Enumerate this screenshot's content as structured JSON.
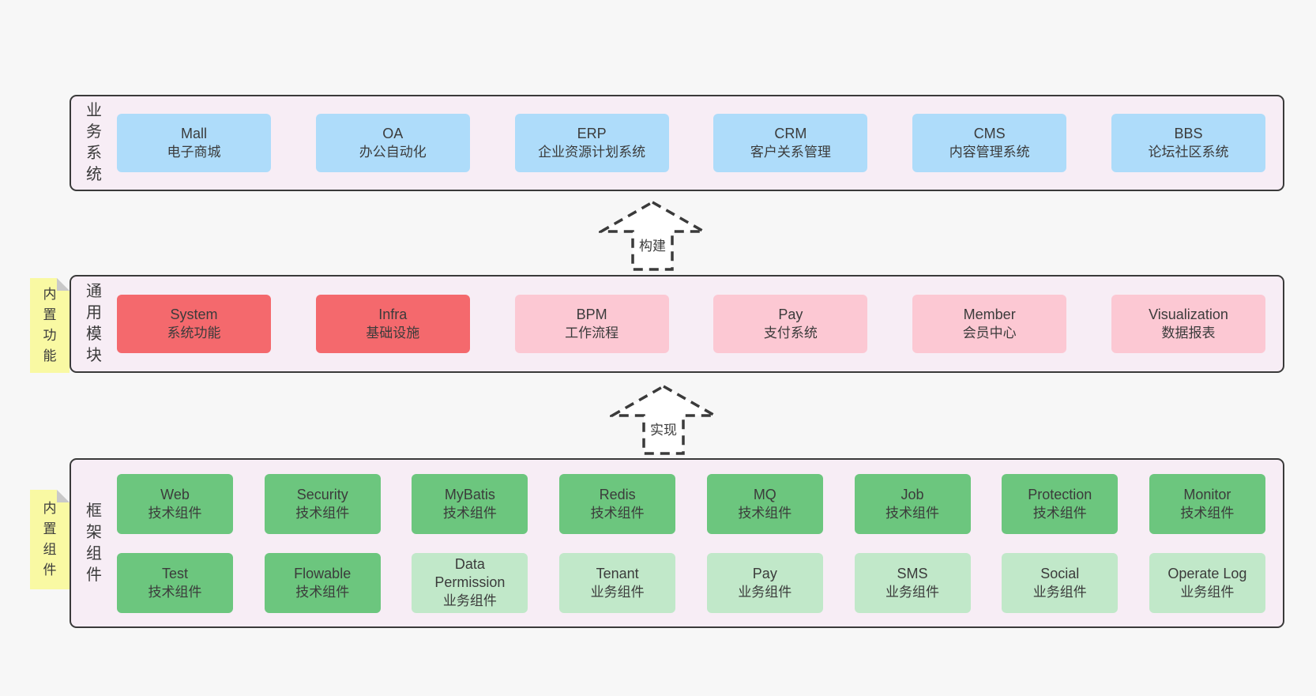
{
  "colors": {
    "page_bg": "#f7f7f7",
    "panel_bg": "#f7edf5",
    "panel_border": "#3a3a3a",
    "blue_box": "#aedcfa",
    "red_box": "#f4696d",
    "pink_box": "#fcc8d3",
    "green_box": "#6cc67e",
    "light_green_box": "#c1e8c9",
    "sticky_yellow": "#f9f9a3",
    "sticky_fold": "#c9c9c9",
    "text": "#3b3b3b"
  },
  "arrows": {
    "build": "构建",
    "implement": "实现"
  },
  "sections": {
    "business": {
      "label": "业务系统",
      "boxes": [
        {
          "name": "Mall",
          "desc": "电子商城",
          "variant": "blue"
        },
        {
          "name": "OA",
          "desc": "办公自动化",
          "variant": "blue"
        },
        {
          "name": "ERP",
          "desc": "企业资源计划系统",
          "variant": "blue"
        },
        {
          "name": "CRM",
          "desc": "客户关系管理",
          "variant": "blue"
        },
        {
          "name": "CMS",
          "desc": "内容管理系统",
          "variant": "blue"
        },
        {
          "name": "BBS",
          "desc": "论坛社区系统",
          "variant": "blue"
        }
      ]
    },
    "modules": {
      "label": "通用模块",
      "sticky": "内置功能",
      "boxes": [
        {
          "name": "System",
          "desc": "系统功能",
          "variant": "red"
        },
        {
          "name": "Infra",
          "desc": "基础设施",
          "variant": "red"
        },
        {
          "name": "BPM",
          "desc": "工作流程",
          "variant": "pink"
        },
        {
          "name": "Pay",
          "desc": "支付系统",
          "variant": "pink"
        },
        {
          "name": "Member",
          "desc": "会员中心",
          "variant": "pink"
        },
        {
          "name": "Visualization",
          "desc": "数据报表",
          "variant": "pink"
        }
      ]
    },
    "framework": {
      "label": "框架组件",
      "sticky": "内置组件",
      "row1": [
        {
          "name": "Web",
          "desc": "技术组件",
          "variant": "green"
        },
        {
          "name": "Security",
          "desc": "技术组件",
          "variant": "green"
        },
        {
          "name": "MyBatis",
          "desc": "技术组件",
          "variant": "green"
        },
        {
          "name": "Redis",
          "desc": "技术组件",
          "variant": "green"
        },
        {
          "name": "MQ",
          "desc": "技术组件",
          "variant": "green"
        },
        {
          "name": "Job",
          "desc": "技术组件",
          "variant": "green"
        },
        {
          "name": "Protection",
          "desc": "技术组件",
          "variant": "green"
        },
        {
          "name": "Monitor",
          "desc": "技术组件",
          "variant": "green"
        }
      ],
      "row2": [
        {
          "name": "Test",
          "desc": "技术组件",
          "variant": "green"
        },
        {
          "name": "Flowable",
          "desc": "技术组件",
          "variant": "green"
        },
        {
          "name": "Data Permission",
          "desc": "业务组件",
          "variant": "light-green"
        },
        {
          "name": "Tenant",
          "desc": "业务组件",
          "variant": "light-green"
        },
        {
          "name": "Pay",
          "desc": "业务组件",
          "variant": "light-green"
        },
        {
          "name": "SMS",
          "desc": "业务组件",
          "variant": "light-green"
        },
        {
          "name": "Social",
          "desc": "业务组件",
          "variant": "light-green"
        },
        {
          "name": "Operate Log",
          "desc": "业务组件",
          "variant": "light-green"
        }
      ]
    }
  }
}
